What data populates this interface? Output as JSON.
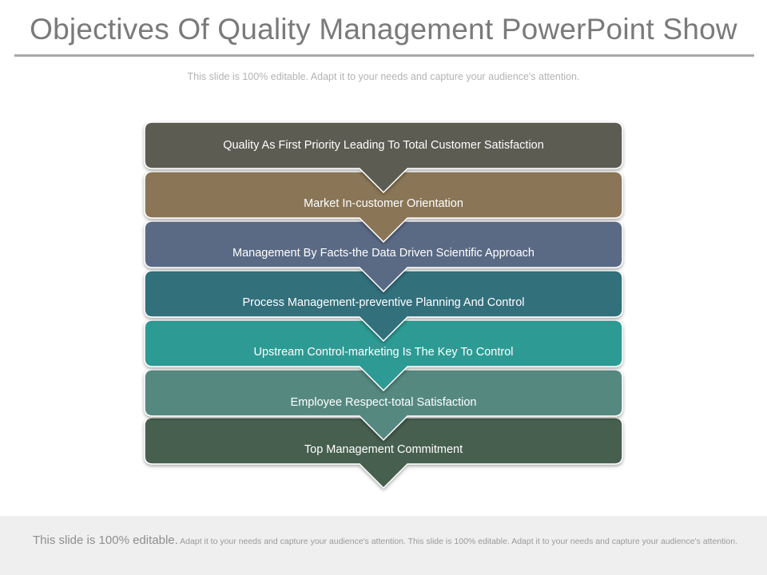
{
  "slide": {
    "title": "Objectives Of Quality Management PowerPoint Show",
    "subtitle": "This slide is 100% editable. Adapt it to your needs and capture your audience's attention."
  },
  "steps": [
    {
      "label": "Quality As First Priority Leading To Total Customer Satisfaction",
      "color": "#5b5b52"
    },
    {
      "label": "Market In-customer  Orientation",
      "color": "#8a7656"
    },
    {
      "label": "Management By Facts-the Data Driven Scientific Approach",
      "color": "#5a6a84"
    },
    {
      "label": "Process Management-preventive  Planning And Control",
      "color": "#306f7b"
    },
    {
      "label": "Upstream Control-marketing Is The Key To Control",
      "color": "#2e9a94"
    },
    {
      "label": "Employee Respect-total Satisfaction",
      "color": "#548980"
    },
    {
      "label": "Top Management Commitment",
      "color": "#465f50"
    }
  ],
  "footer": {
    "lead": "This slide is 100% editable.",
    "body": "Adapt it to your needs and capture your audience's attention. This slide is 100% editable. Adapt it to your needs and capture your audience's attention."
  }
}
